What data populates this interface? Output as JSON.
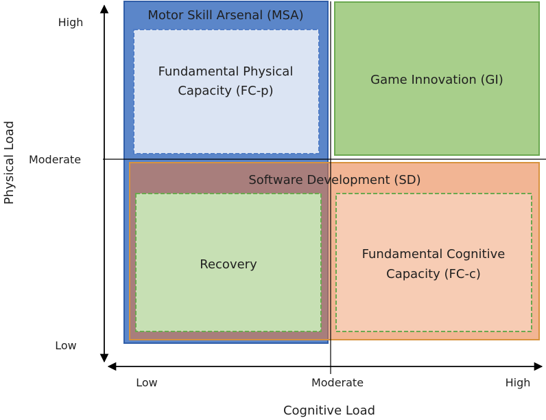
{
  "axes": {
    "y_title": "Physical Load",
    "x_title": "Cognitive Load",
    "y_ticks": [
      "High",
      "Moderate",
      "Low"
    ],
    "x_ticks": [
      "Low",
      "Moderate",
      "High"
    ]
  },
  "regions": {
    "msa": {
      "label": "Motor Skill Arsenal (MSA)",
      "fill": "#5b86c9",
      "stroke": "#2f5da8"
    },
    "fcp": {
      "label_line1": "Fundamental Physical",
      "label_line2": "Capacity (FC-p)",
      "fill": "#dbe4f3",
      "stroke": "#4f7cc6"
    },
    "gi": {
      "label": "Game Innovation (GI)",
      "fill": "#a8cf8b",
      "stroke": "#6aa84f"
    },
    "sd": {
      "label": "Software Development (SD)",
      "fill": "rgba(232,120,60,0.55)",
      "stroke": "#d7923d"
    },
    "recovery": {
      "label": "Recovery",
      "fill": "#c7e0b4",
      "stroke": "#6aa84f"
    },
    "fcc": {
      "label_line1": "Fundamental Cognitive",
      "label_line2": "Capacity (FC-c)",
      "fill": "#f7ccb4",
      "stroke": "#6aa84f"
    }
  }
}
